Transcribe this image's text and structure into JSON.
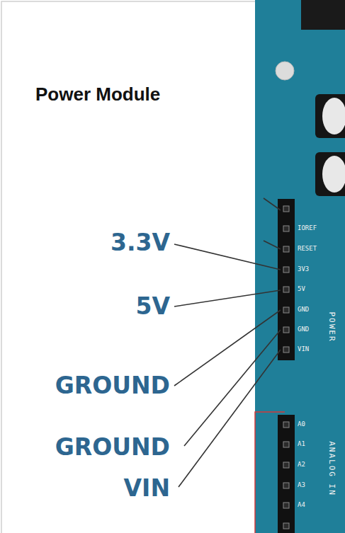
{
  "diagram": {
    "title": "Power Module",
    "labels": [
      "3.3V",
      "5V",
      "GROUND",
      "GROUND",
      "VIN",
      "IOREF",
      "RESET",
      "3V3",
      "5V",
      "GND",
      "GND",
      "VIN",
      "POWER",
      "A0",
      "A1",
      "A2",
      "A3",
      "A4",
      "ANALOG IN"
    ]
  }
}
